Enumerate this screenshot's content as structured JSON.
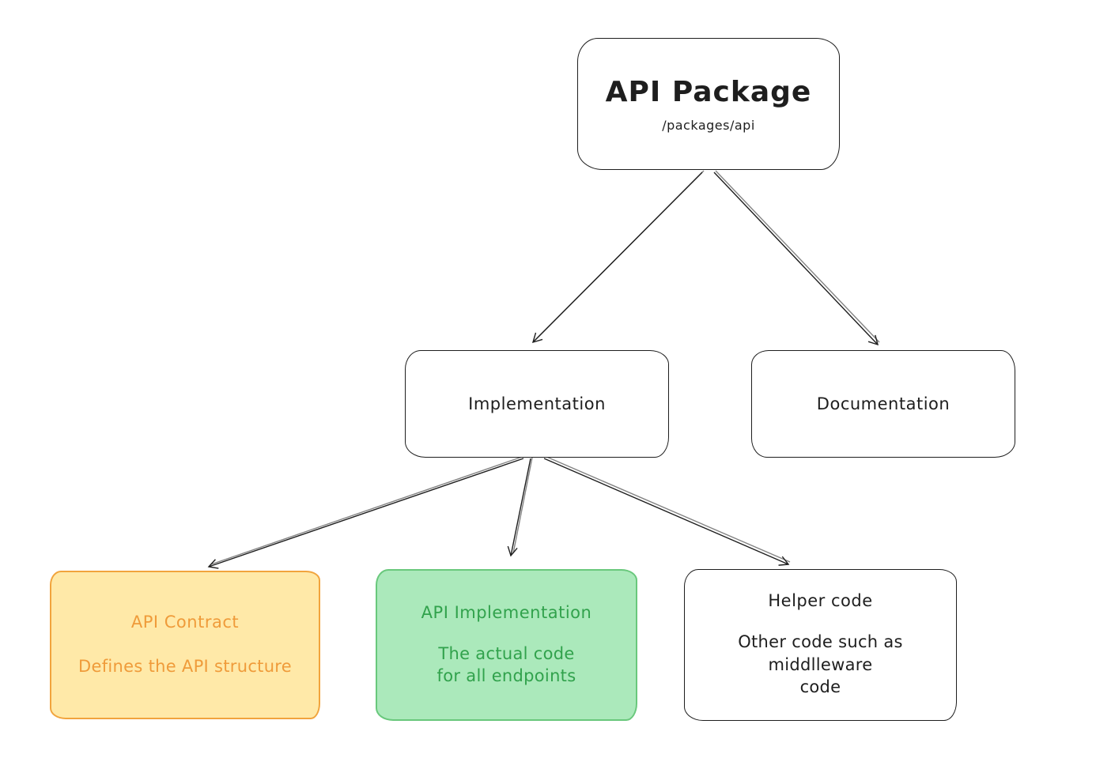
{
  "nodes": {
    "api_package": {
      "title": "API Package",
      "subtitle": "/packages/api"
    },
    "implementation": {
      "label": "Implementation"
    },
    "documentation": {
      "label": "Documentation"
    },
    "api_contract": {
      "title": "API Contract",
      "description": "Defines the API structure",
      "fill": "#ffe9a8",
      "border": "#f1a43d",
      "text_color": "#ef9b3a"
    },
    "api_implementation": {
      "title": "API Implementation",
      "description_lines": [
        "The actual code",
        "for all endpoints"
      ],
      "fill": "#abe9bb",
      "border": "#69c87c",
      "text_color": "#31a24c"
    },
    "helper_code": {
      "title": "Helper code",
      "description_lines": [
        "Other code such as",
        "middlleware",
        "code"
      ]
    }
  },
  "edges": [
    {
      "from": "API Package",
      "to": "Implementation"
    },
    {
      "from": "API Package",
      "to": "Documentation"
    },
    {
      "from": "Implementation",
      "to": "API Contract"
    },
    {
      "from": "Implementation",
      "to": "API Implementation"
    },
    {
      "from": "Implementation",
      "to": "Helper code"
    }
  ],
  "colors": {
    "background": "#ffffff",
    "node_stroke": "#1e1e1e",
    "arrow": "#1e1e1e",
    "orange_fill": "#ffe9a8",
    "orange_border": "#f1a43d",
    "orange_text": "#ef9b3a",
    "green_fill": "#abe9bb",
    "green_border": "#69c87c",
    "green_text": "#31a24c"
  }
}
